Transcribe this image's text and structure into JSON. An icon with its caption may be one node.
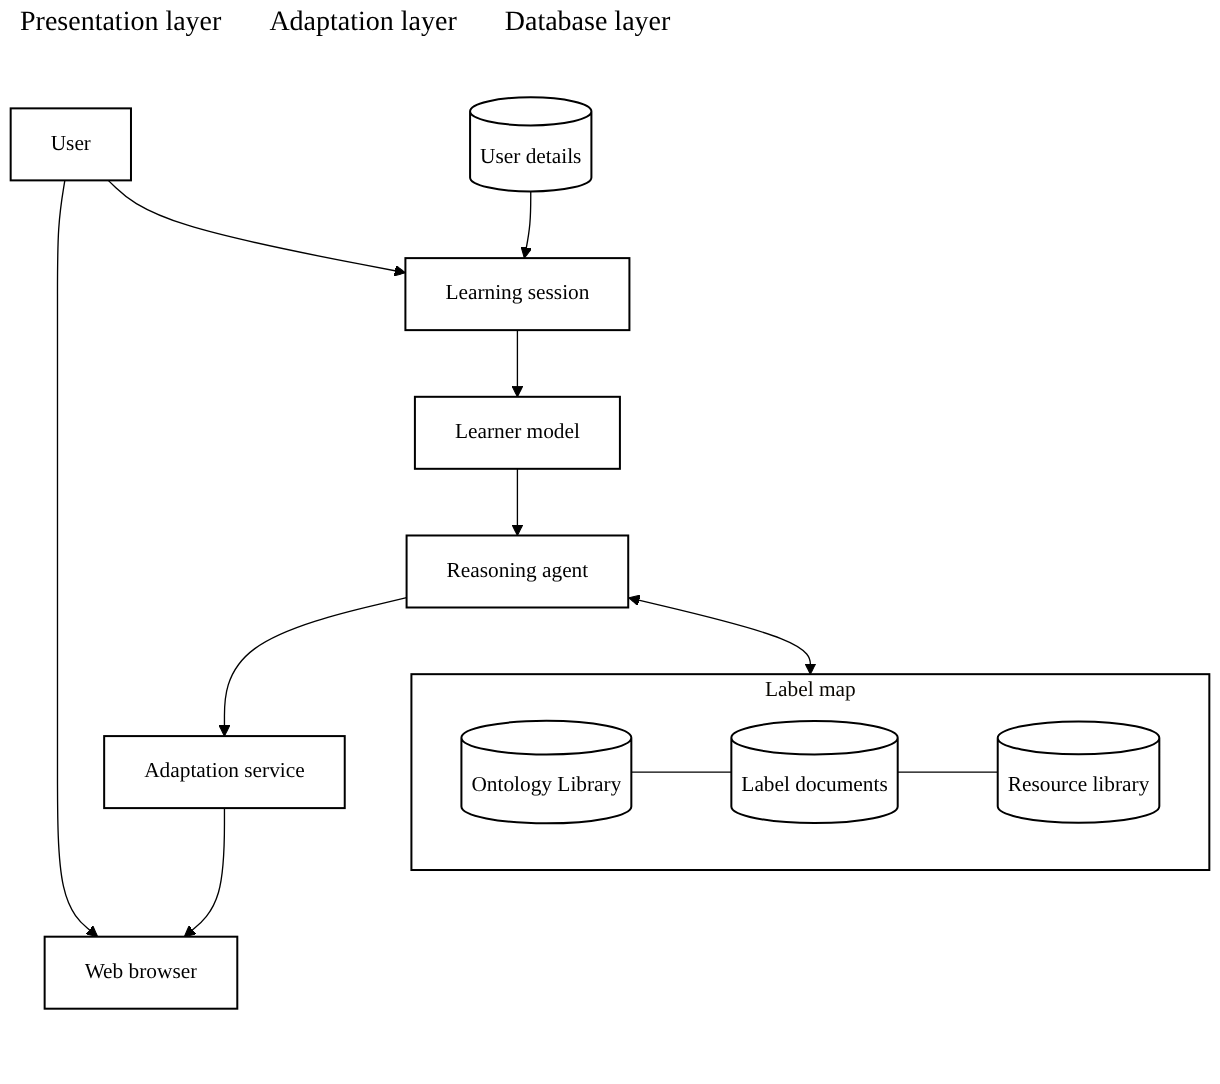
{
  "diagram": {
    "nodes": [
      {
        "text": [
          "User"
        ]
      },
      {
        "text": [
          "Web browser"
        ]
      },
      {
        "text": [
          "Learning session"
        ]
      },
      {
        "text": [
          "Learner model"
        ]
      },
      {
        "text": [
          "Reasoning agent"
        ]
      },
      {
        "text": [
          "Adaptation service"
        ]
      },
      {
        "text": [
          "User details"
        ]
      },
      {
        "text": [
          "Label map"
        ]
      },
      {
        "text": [
          "Ontology Library"
        ],
        "in": 7
      },
      {
        "text": [
          "Label documents"
        ],
        "in": 7
      },
      {
        "text": [
          "Resource library"
        ],
        "in": 7
      }
    ],
    "edges": [
      {
        "from": 0,
        "to": 1,
        "arrow": "to"
      },
      {
        "from": 0,
        "to": 2,
        "arrow": "to"
      },
      {
        "from": 5,
        "to": 1,
        "arrow": "to"
      },
      {
        "from": 2,
        "to": 3,
        "arrow": "to"
      },
      {
        "from": 3,
        "to": 4,
        "arrow": "to"
      },
      {
        "from": 4,
        "to": 5,
        "arrow": "to"
      },
      {
        "from": 4,
        "to": 7,
        "arrow": "both"
      },
      {
        "from": 6,
        "to": 2,
        "arrow": "to"
      },
      {
        "from": 8,
        "to": 9,
        "arrow": "none"
      },
      {
        "from": 9,
        "to": 10,
        "arrow": "none"
      }
    ],
    "labels": [
      "Presentation layer",
      "Adaptation layer",
      "Database layer"
    ]
  }
}
